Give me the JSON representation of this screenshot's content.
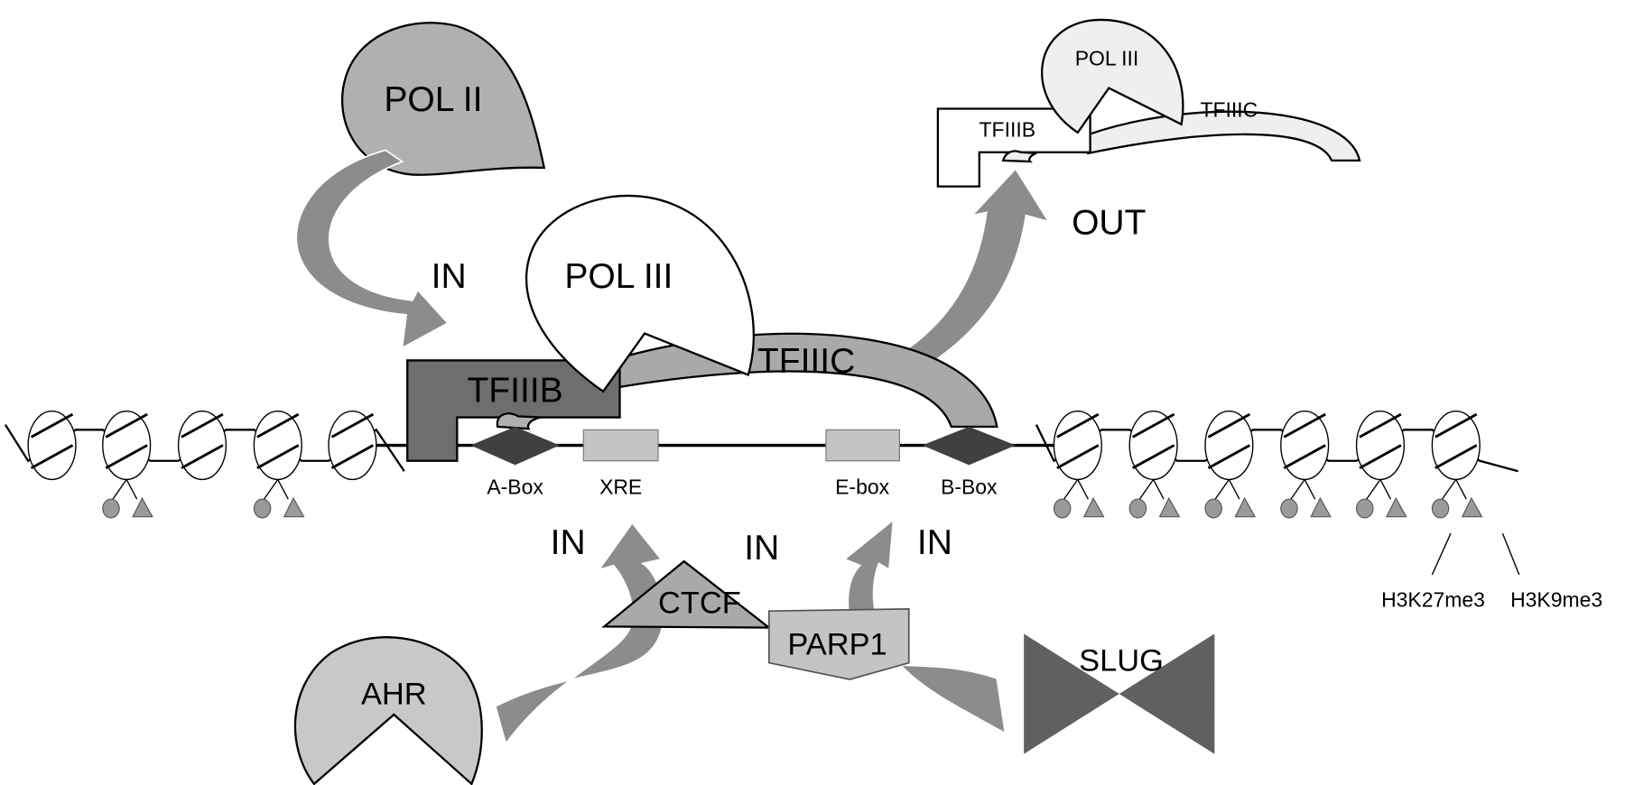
{
  "labels": {
    "pol2": "POL II",
    "pol3_main": "POL III",
    "tfiiib_main": "TFIIIB",
    "tfiiic_main": "TFIIIC",
    "pol3_out": "POL III",
    "tfiiib_out": "TFIIIB",
    "tfiiic_out": "TFIIIC",
    "a_box": "A-Box",
    "xre": "XRE",
    "e_box": "E-box",
    "b_box": "B-Box",
    "ctcf": "CTCF",
    "parp1": "PARP1",
    "ahr": "AHR",
    "slug": "SLUG",
    "h3k27": "H3K27me3",
    "h3k9": "H3K9me3"
  },
  "arrows": {
    "in_pol2": "IN",
    "in_ahr": "IN",
    "in_ctcf": "IN",
    "in_slug": "IN",
    "out": "OUT"
  },
  "colors": {
    "arrow": "#8c8c8c",
    "dark": "#6e6e6e",
    "darkest": "#404040",
    "mid": "#a9a9a9",
    "light": "#c4c4c4",
    "pale": "#efefef"
  }
}
